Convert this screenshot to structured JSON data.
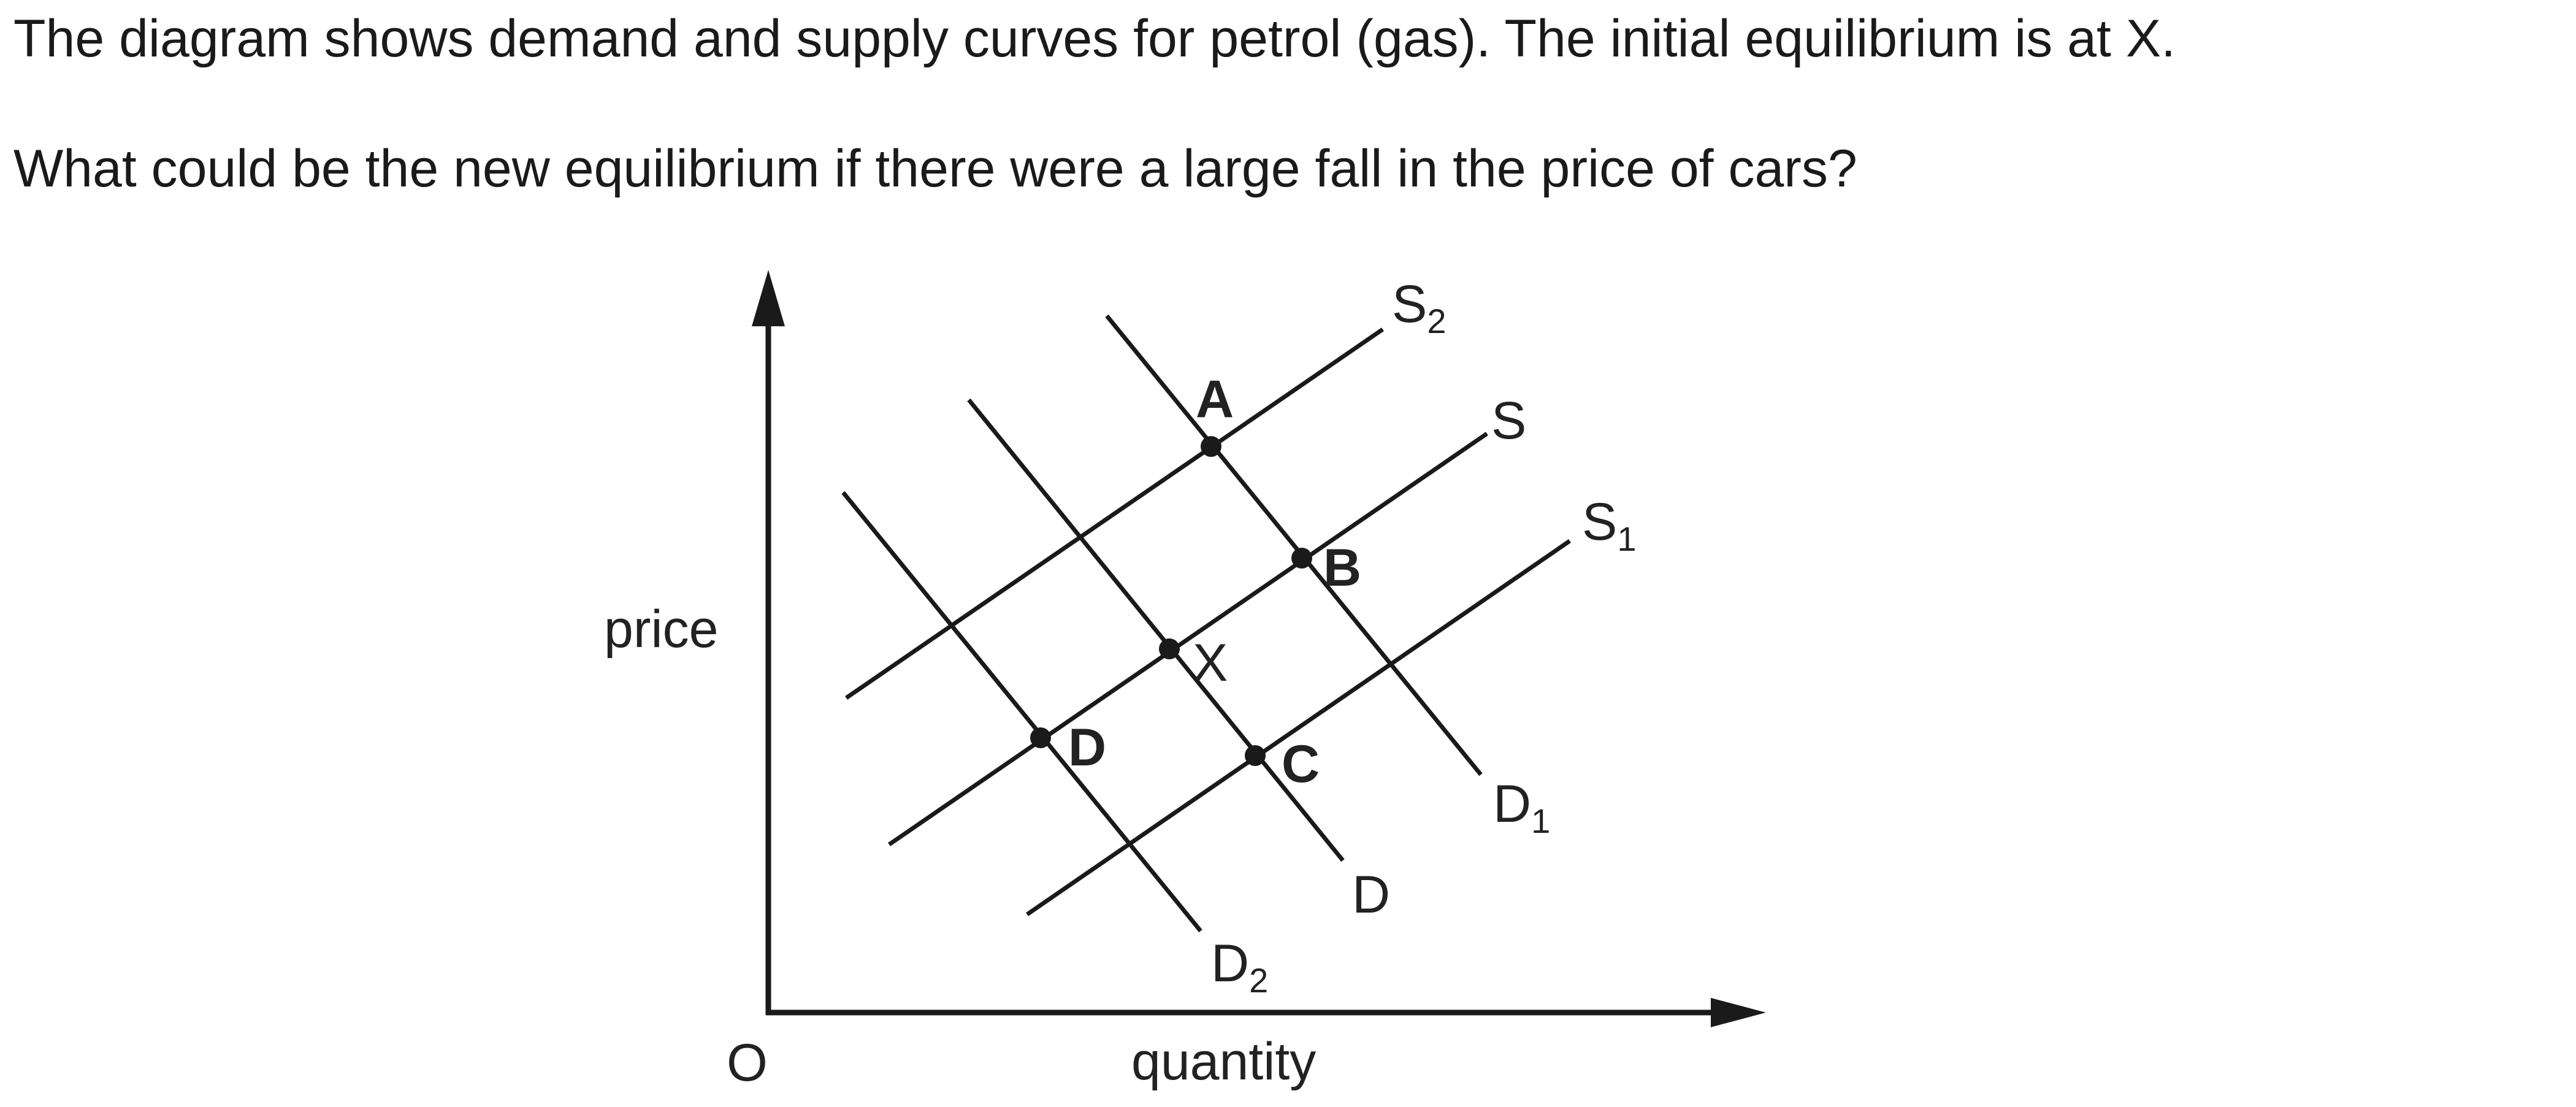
{
  "question": {
    "line1": "The diagram shows demand and supply curves for petrol (gas). The initial equilibrium is at X.",
    "line2": "What could be the new equilibrium if there were a large fall in the price of cars?"
  },
  "diagram": {
    "y_axis_label": "price",
    "x_axis_label": "quantity",
    "origin_label": "O",
    "curves": {
      "S2": {
        "main": "S",
        "sub": "2"
      },
      "S": {
        "main": "S",
        "sub": ""
      },
      "S1": {
        "main": "S",
        "sub": "1"
      },
      "D1": {
        "main": "D",
        "sub": "1"
      },
      "D": {
        "main": "D",
        "sub": ""
      },
      "D2": {
        "main": "D",
        "sub": "2"
      }
    },
    "points": {
      "A": "A",
      "B": "B",
      "C": "C",
      "D": "D",
      "X": "X"
    },
    "line_color": "#1a1a1a"
  }
}
